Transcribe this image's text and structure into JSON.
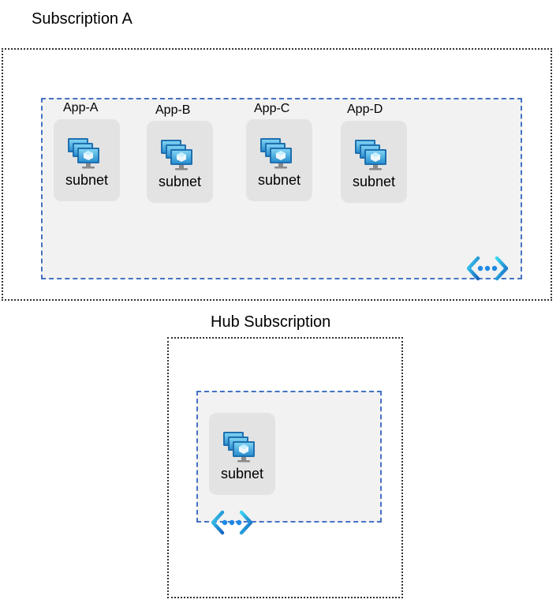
{
  "subscription_a": {
    "title": "Subscription A",
    "apps": [
      {
        "label": "App-A",
        "subnet_label": "subnet"
      },
      {
        "label": "App-B",
        "subnet_label": "subnet"
      },
      {
        "label": "App-C",
        "subnet_label": "subnet"
      },
      {
        "label": "App-D",
        "subnet_label": "subnet"
      }
    ],
    "vnet_icon": "virtual-network-icon"
  },
  "hub_subscription": {
    "title": "Hub Subscription",
    "subnet_label": "subnet",
    "vnet_icon": "virtual-network-icon"
  },
  "colors": {
    "vnet_border": "#4472c4",
    "vnet_fill": "#f2f2f2",
    "subnet_fill": "#e3e3e3",
    "subscription_border": "#333333",
    "icon_blue": "#1e88e5"
  }
}
